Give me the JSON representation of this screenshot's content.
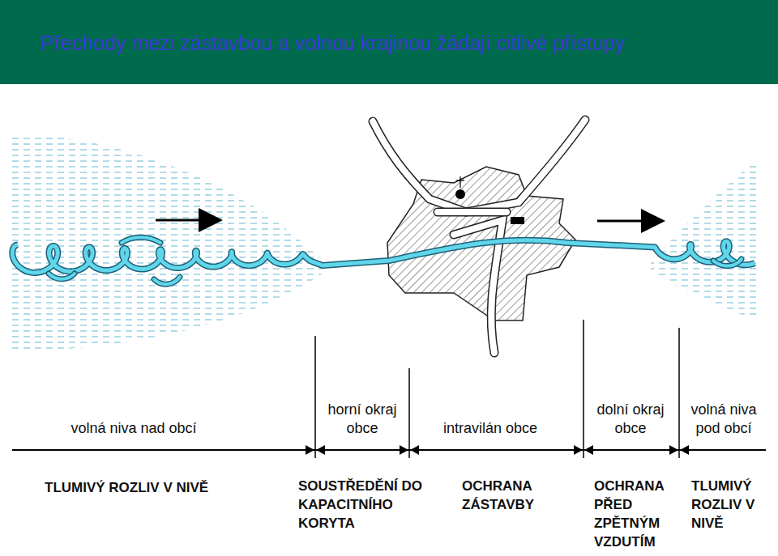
{
  "diagram": {
    "title": "Přechody mezi zástavbou a volnou krajinou žádají citlivé přístupy",
    "labels": [
      "volná niva nad obcí",
      "horní okraj obce",
      "intravilán obce",
      "dolní okraj obce",
      "volná niva pod obcí",
      "TLUMIVÝ ROZLIV V NIVĚ",
      "SOUSTŘEDĚNÍ DO KAPACITNÍHO KORYTA",
      "OCHRANA ZÁSTAVBY",
      "OCHRANA PŘED ZPĚTNÝM VZDUTÍM",
      "TLUMIVÝ ROZLIV V NIVĚ"
    ]
  }
}
